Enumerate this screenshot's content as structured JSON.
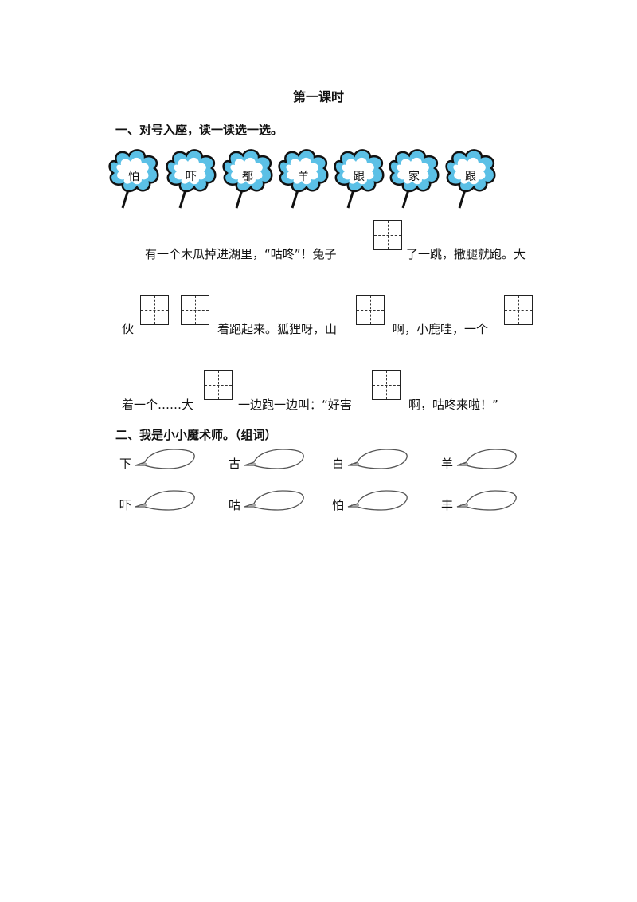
{
  "title": "第一课时",
  "section1": {
    "heading": "一、对号入座，读一读选一选。",
    "flowers": [
      "怕",
      "吓",
      "都",
      "羊",
      "跟",
      "家",
      "跟"
    ],
    "passage": {
      "l1_a": "有一个木瓜掉进湖里，“咕咚”！兔子",
      "l1_b": "了一跳，撒腿就跑。大",
      "l2_a": "伙",
      "l2_b": "着跑起来。狐狸呀，山",
      "l2_c": "啊，小鹿哇，一个",
      "l3_a": "着一个……大",
      "l3_b": "一边跑一边叫：“好害",
      "l3_c": "啊，咕咚来啦！”"
    }
  },
  "section2": {
    "heading": "二、我是小小魔术师。（组词）",
    "row1": [
      "下",
      "古",
      "白",
      "羊"
    ],
    "row2": [
      "吓",
      "咕",
      "怕",
      "丰"
    ]
  },
  "colors": {
    "flower_fill": "#5bc0e6",
    "flower_outline": "#111111"
  }
}
